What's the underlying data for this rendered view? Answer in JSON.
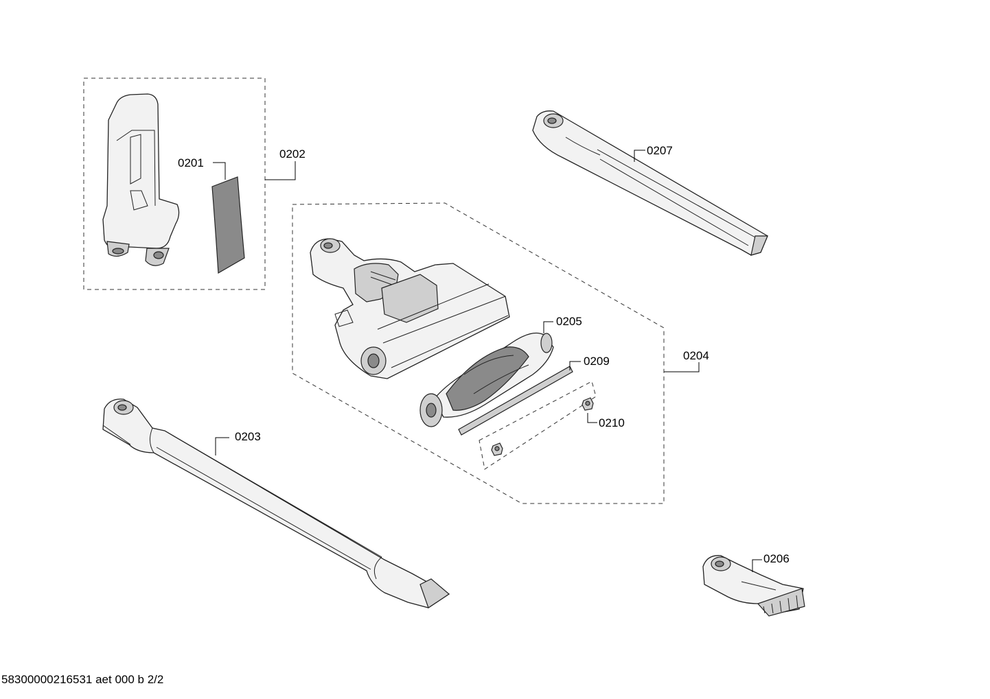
{
  "parts": {
    "p0201": "0201",
    "p0202": "0202",
    "p0203": "0203",
    "p0204": "0204",
    "p0205": "0205",
    "p0206": "0206",
    "p0207": "0207",
    "p0209": "0209",
    "p0210": "0210"
  },
  "footer": "58300000216531 aet 000 b 2/2"
}
